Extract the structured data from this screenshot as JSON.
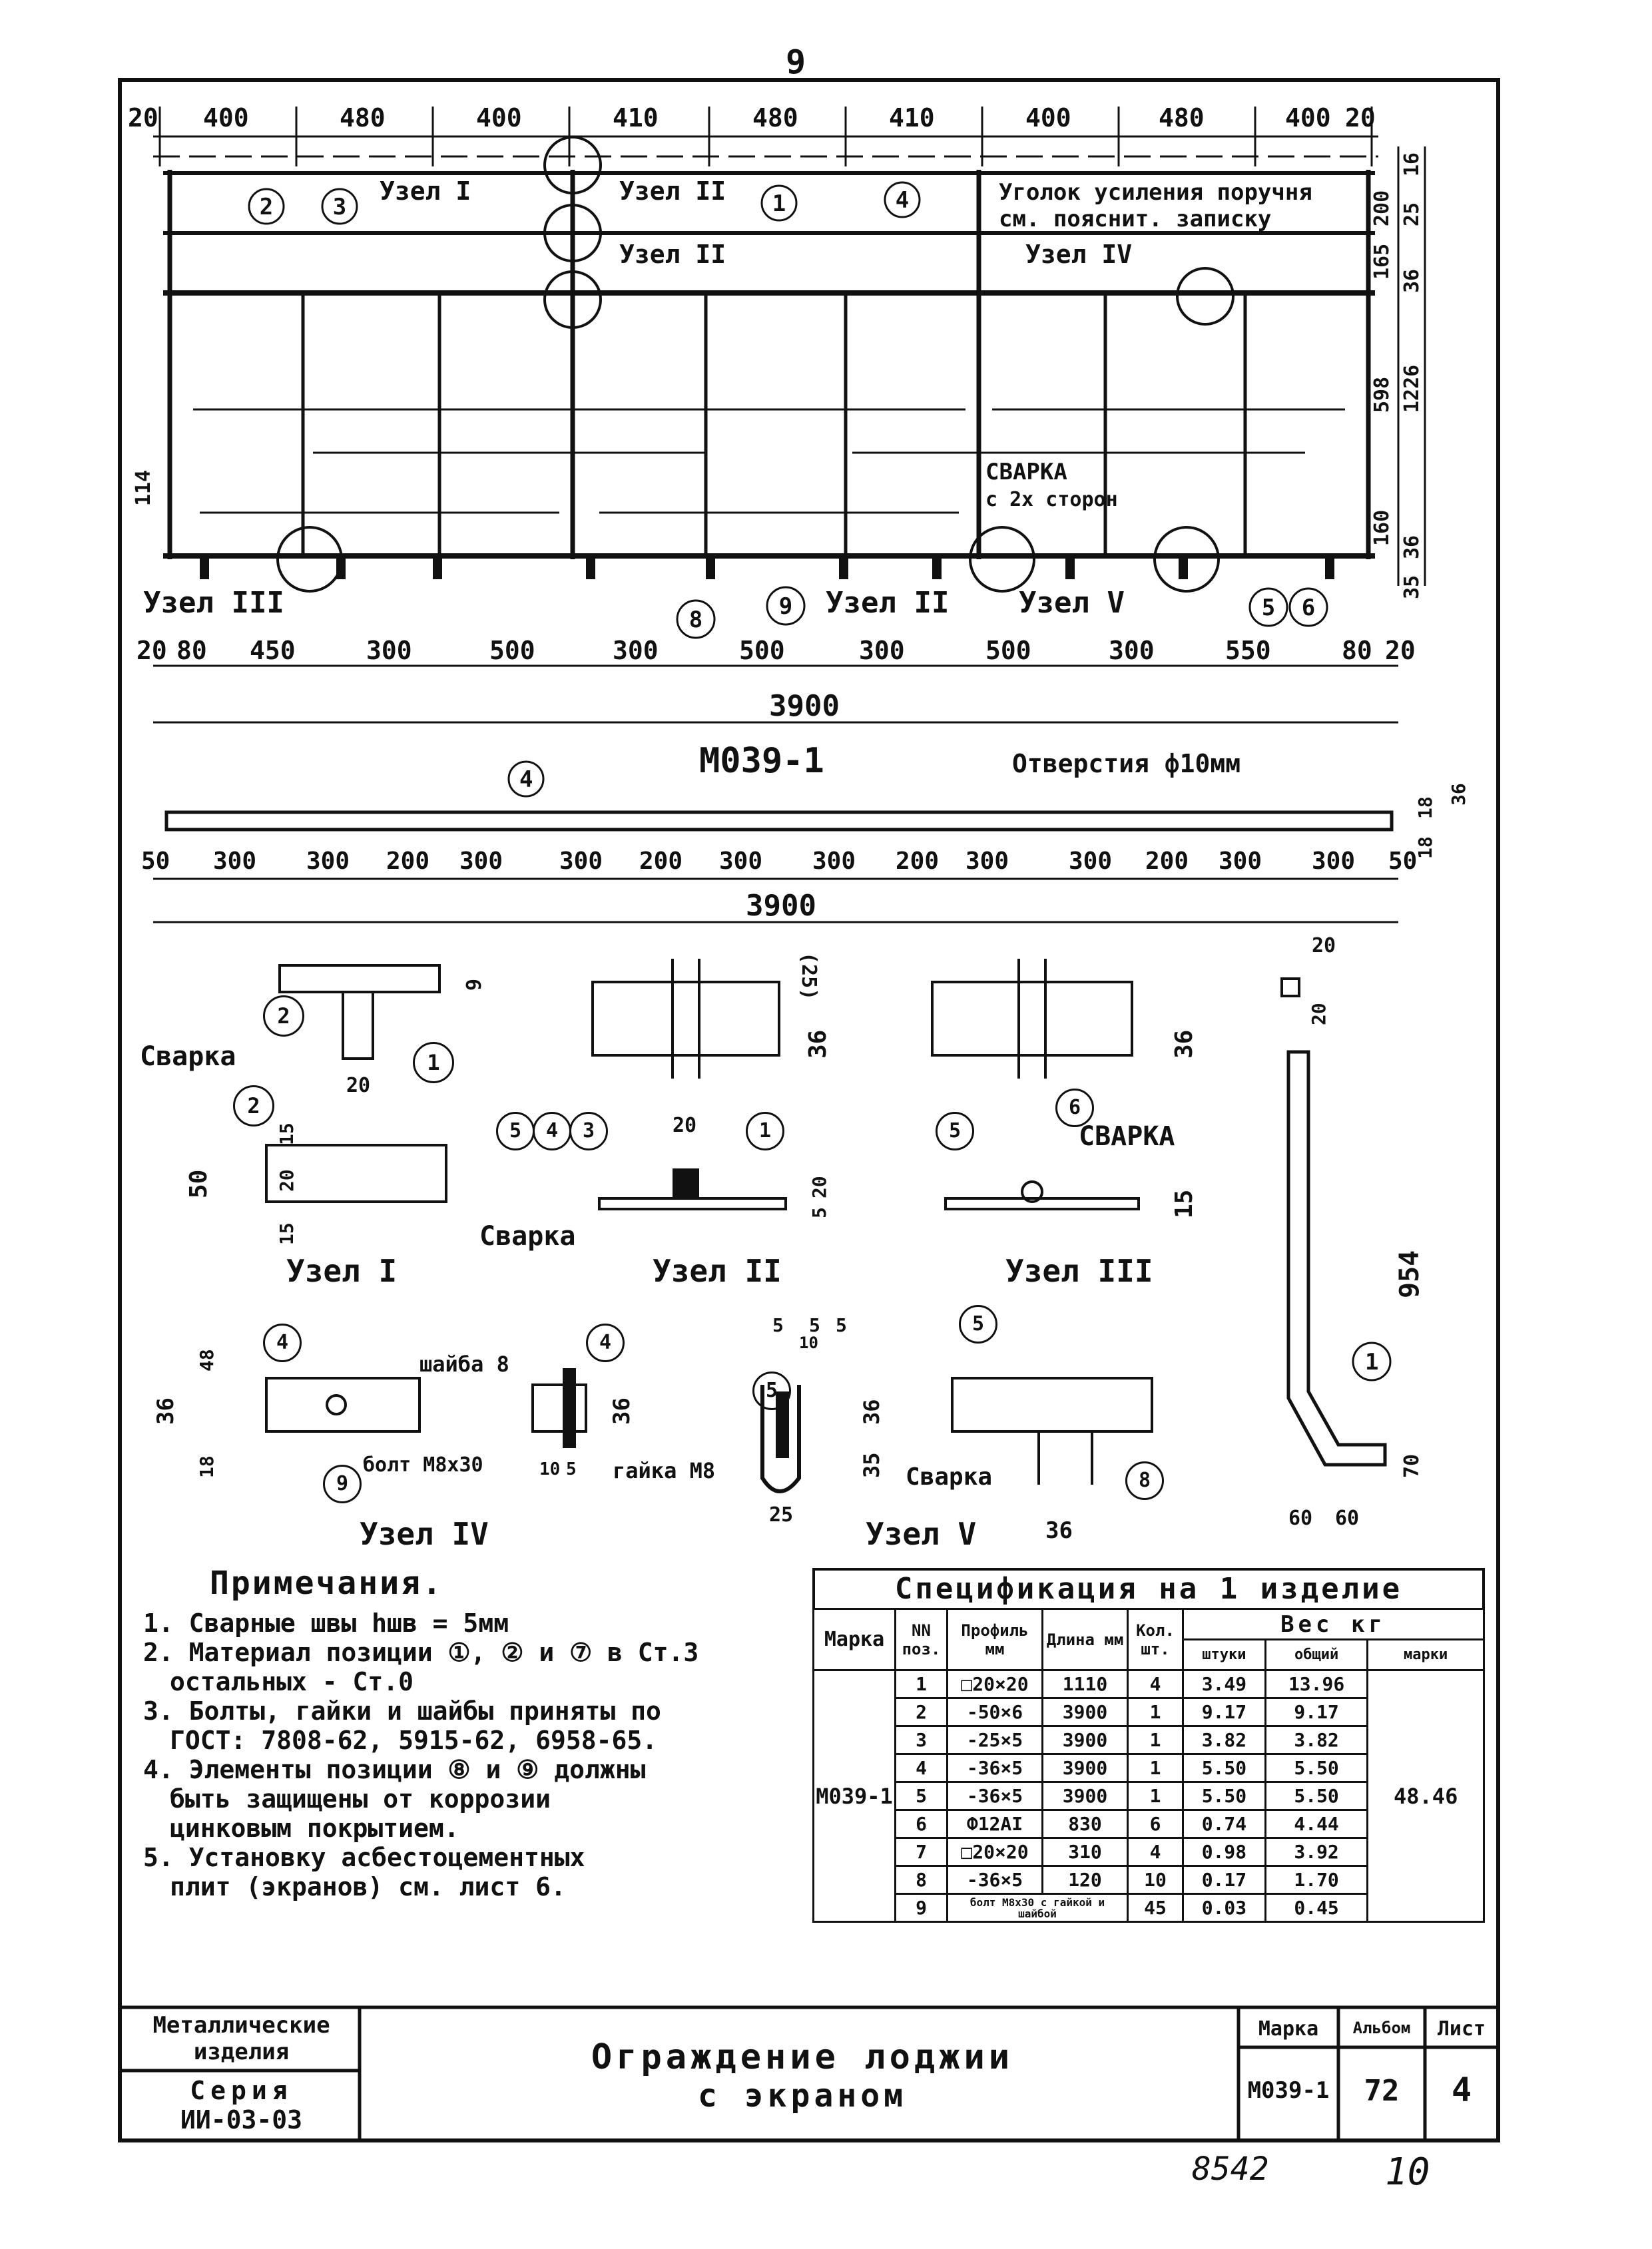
{
  "sheet_number_top": "9",
  "main_view": {
    "top_dims": [
      "20",
      "400",
      "480",
      "400",
      "410",
      "480",
      "410",
      "400",
      "480",
      "400",
      "20"
    ],
    "bottom_dims": [
      "20",
      "80",
      "450",
      "300",
      "500",
      "300",
      "500",
      "300",
      "500",
      "300",
      "550",
      "80",
      "20"
    ],
    "total": "3900",
    "right_dims": [
      "16",
      "200",
      "25",
      "165",
      "36",
      "598",
      "1226",
      "160",
      "36",
      "35"
    ],
    "height_dim_left": "114",
    "labels": {
      "node1": "Узел I",
      "node2a": "Узел II",
      "node2b": "Узел II",
      "node3": "Узел III",
      "node4": "Узел IV",
      "node2c": "Узел II",
      "node5": "Узел V",
      "angle_note_1": "Уголок усиления поручня",
      "angle_note_2": "см. пояснит. записку",
      "weld_1": "СВАРКА",
      "weld_2": "с 2х сторон"
    },
    "positions": [
      "2",
      "3",
      "1",
      "4",
      "8",
      "9",
      "5",
      "6"
    ],
    "mark": "М039-1"
  },
  "strip_view": {
    "holes_note": "Отверстия ф10мм",
    "pos": "4",
    "dims": [
      "50",
      "300",
      "300",
      "200",
      "300",
      "300",
      "200",
      "300",
      "300",
      "200",
      "300",
      "300",
      "200",
      "300",
      "300",
      "50"
    ],
    "total": "3900",
    "right_dims": [
      "18",
      "18",
      "36"
    ]
  },
  "details": {
    "u1": {
      "title": "Узел I",
      "weld": "Сварка",
      "dims": [
        "6",
        "20",
        "15",
        "20",
        "50",
        "15"
      ],
      "pos": [
        "2",
        "1",
        "2"
      ]
    },
    "u2": {
      "title": "Узел II",
      "weld": "Сварка",
      "dims": [
        "(25)",
        "36",
        "20",
        "20",
        "5"
      ],
      "pos": [
        "5",
        "4",
        "3",
        "1"
      ]
    },
    "u3": {
      "title": "Узел III",
      "weld": "СВАРКА",
      "dims": [
        "36",
        "15"
      ],
      "pos": [
        "5",
        "6"
      ]
    },
    "u4": {
      "title": "Узел IV",
      "washer": "шайба 8",
      "bolt": "болт М8х30",
      "nut": "гайка М8",
      "dims": [
        "48",
        "36",
        "18",
        "36",
        "10",
        "5"
      ],
      "pos": [
        "4",
        "4",
        "9"
      ]
    },
    "u5": {
      "title": "Узел V",
      "weld": "Сварка",
      "dims": [
        "5",
        "5",
        "5",
        "10",
        "36",
        "35",
        "25",
        "36"
      ],
      "pos": [
        "5",
        "5",
        "8"
      ]
    },
    "rod": {
      "dims": [
        "20",
        "20",
        "954",
        "70",
        "60",
        "60"
      ],
      "pos": "1"
    }
  },
  "notes": {
    "title": "Примечания.",
    "items": [
      "1. Сварные швы hшв = 5мм",
      "2. Материал позиции ①, ② и ⑦ в Ст.3",
      "остальных - Ст.0",
      "3. Болты, гайки и шайбы приняты по",
      "ГОСТ: 7808-62, 5915-62, 6958-65.",
      "4. Элементы позиции ⑧ и ⑨ должны",
      "быть защищены от коррозии",
      "цинковым покрытием.",
      "5. Установку асбестоцементных",
      "плит (экранов) см. лист 6."
    ]
  },
  "spec": {
    "title": "Спецификация на 1 изделие",
    "headers": {
      "mark": "Марка",
      "nn": "NN поз.",
      "profile": "Профиль мм",
      "length": "Длина мм",
      "qty": "Кол. шт.",
      "weight": "Вес кг",
      "w_each": "штуки",
      "w_total": "общий",
      "w_mark": "марки"
    },
    "mark": "М039-1",
    "mark_weight": "48.46",
    "rows": [
      [
        "1",
        "□20×20",
        "1110",
        "4",
        "3.49",
        "13.96"
      ],
      [
        "2",
        "-50×6",
        "3900",
        "1",
        "9.17",
        "9.17"
      ],
      [
        "3",
        "-25×5",
        "3900",
        "1",
        "3.82",
        "3.82"
      ],
      [
        "4",
        "-36×5",
        "3900",
        "1",
        "5.50",
        "5.50"
      ],
      [
        "5",
        "-36×5",
        "3900",
        "1",
        "5.50",
        "5.50"
      ],
      [
        "6",
        "Ф12АI",
        "830",
        "6",
        "0.74",
        "4.44"
      ],
      [
        "7",
        "□20×20",
        "310",
        "4",
        "0.98",
        "3.92"
      ],
      [
        "8",
        "-36×5",
        "120",
        "10",
        "0.17",
        "1.70"
      ],
      [
        "9",
        "болт М8х30 с гайкой и шайбой",
        "",
        "45",
        "0.03",
        "0.45"
      ]
    ]
  },
  "title_block": {
    "left_top": "Металлические изделия",
    "left_bottom_1": "Серия",
    "left_bottom_2": "ИИ-03-03",
    "center_1": "Ограждение лоджии",
    "center_2": "с экраном",
    "h_mark": "Марка",
    "h_album": "Альбом",
    "h_sheet": "Лист",
    "mark": "М039-1",
    "album": "72",
    "sheet": "4"
  },
  "footer": {
    "num": "8542",
    "page": "10"
  }
}
